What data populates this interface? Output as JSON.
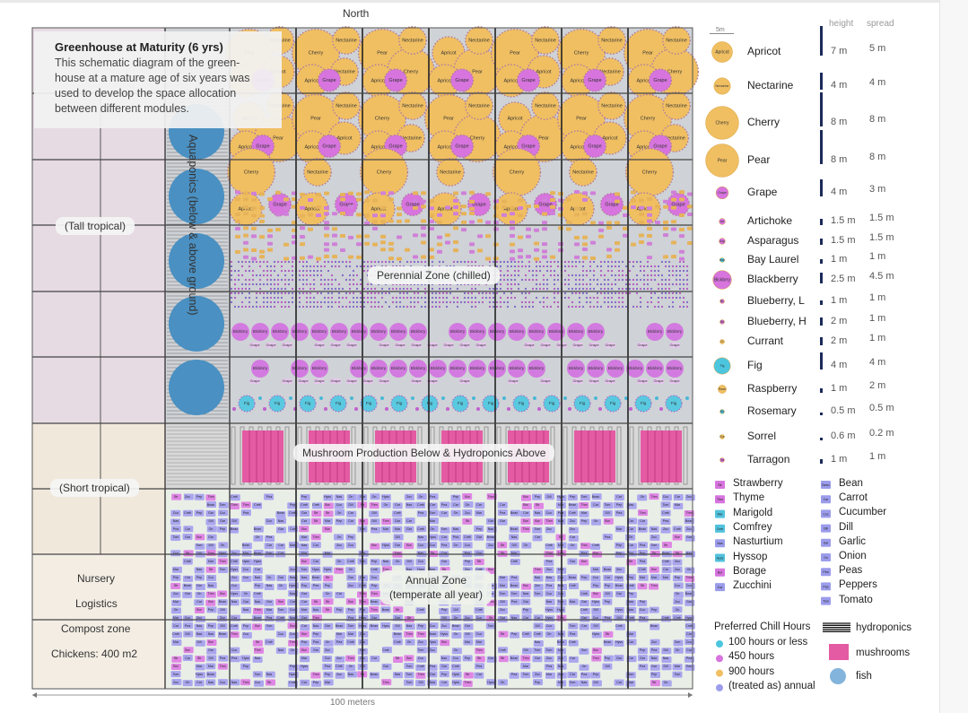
{
  "compass": "North",
  "title": "Greenhouse at Maturity (6 yrs)",
  "description": [
    "This schematic diagram of the green-",
    "house at a mature age of six years was",
    "used to develop the space allocation",
    "between different modules."
  ],
  "zones": {
    "tall_tropical": "(Tall tropical)",
    "short_tropical": "(Short tropical)",
    "aquaponics": "Aquaponics (below & above ground)",
    "perennial": "Perennial Zone (chilled)",
    "mushroom": "Mushroom Production Below & Hydroponics Above",
    "annual_line1": "Annual Zone",
    "annual_line2": "(temperate all year)",
    "nursery": [
      "Nursery",
      "Logistics",
      "Compost zone",
      "Chickens: 400 m2"
    ]
  },
  "scale": {
    "label": "100 meters",
    "swatch": "5m"
  },
  "legend": {
    "height_header": "height",
    "spread_header": "spread",
    "trees": [
      {
        "name": "Apricot",
        "short": "Apricot",
        "height": "7 m",
        "spread": "5 m",
        "height_m": 7,
        "spread_m": 5,
        "chill": "900"
      },
      {
        "name": "Nectarine",
        "short": "Nectarine",
        "height": "4 m",
        "spread": "4 m",
        "height_m": 4,
        "spread_m": 4,
        "chill": "900"
      },
      {
        "name": "Cherry",
        "short": "Cherry",
        "height": "8 m",
        "spread": "8 m",
        "height_m": 8,
        "spread_m": 8,
        "chill": "900"
      },
      {
        "name": "Pear",
        "short": "Pear",
        "height": "8 m",
        "spread": "8 m",
        "height_m": 8,
        "spread_m": 8,
        "chill": "900"
      },
      {
        "name": "Grape",
        "short": "Grape",
        "height": "4 m",
        "spread": "3 m",
        "height_m": 4,
        "spread_m": 3,
        "chill": "450"
      },
      {
        "name": "Artichoke",
        "short": "Art",
        "height": "1.5 m",
        "spread": "1.5 m",
        "height_m": 1.5,
        "spread_m": 1.5,
        "chill": "450"
      },
      {
        "name": "Asparagus",
        "short": "Asp",
        "height": "1.5 m",
        "spread": "1.5 m",
        "height_m": 1.5,
        "spread_m": 1.5,
        "chill": "450"
      },
      {
        "name": "Bay Laurel",
        "short": "Bay",
        "height": "1 m",
        "spread": "1 m",
        "height_m": 1,
        "spread_m": 1,
        "chill": "100"
      },
      {
        "name": "Blackberry",
        "short": "Blckbrry",
        "height": "2.5 m",
        "spread": "4.5 m",
        "height_m": 2.5,
        "spread_m": 4.5,
        "chill": "450"
      },
      {
        "name": "Blueberry, L",
        "short": "BL",
        "height": "1 m",
        "spread": "1 m",
        "height_m": 1,
        "spread_m": 1,
        "chill": "450"
      },
      {
        "name": "Blueberry, H",
        "short": "BH",
        "height": "2 m",
        "spread": "1 m",
        "height_m": 2,
        "spread_m": 1,
        "chill": "450"
      },
      {
        "name": "Currant",
        "short": "Cr",
        "height": "2 m",
        "spread": "1 m",
        "height_m": 2,
        "spread_m": 1,
        "chill": "900"
      },
      {
        "name": "Fig",
        "short": "Fig",
        "height": "4 m",
        "spread": "4 m",
        "height_m": 4,
        "spread_m": 4,
        "chill": "100"
      },
      {
        "name": "Raspberry",
        "short": "Rasb",
        "height": "1 m",
        "spread": "2 m",
        "height_m": 1,
        "spread_m": 2,
        "chill": "900"
      },
      {
        "name": "Rosemary",
        "short": "Ro",
        "height": "0.5 m",
        "spread": "0.5 m",
        "height_m": 0.5,
        "spread_m": 0.5,
        "chill": "100"
      },
      {
        "name": "Sorrel",
        "short": "Sor",
        "height": "0.6 m",
        "spread": "0.2 m",
        "height_m": 0.6,
        "spread_m": 0.2,
        "chill": "900"
      },
      {
        "name": "Tarragon",
        "short": "Tar",
        "height": "1 m",
        "spread": "1 m",
        "height_m": 1,
        "spread_m": 1,
        "chill": "450"
      }
    ],
    "annuals_left": [
      {
        "name": "Strawberry",
        "short": "Str",
        "chill": "450"
      },
      {
        "name": "Thyme",
        "short": "Thm",
        "chill": "450"
      },
      {
        "name": "Marigold",
        "short": "Mar",
        "chill": "100"
      },
      {
        "name": "Comfrey",
        "short": "Cmfr",
        "chill": "100"
      },
      {
        "name": "Nasturtium",
        "short": "Nas",
        "chill": "annual"
      },
      {
        "name": "Hyssop",
        "short": "Hyss",
        "chill": "100"
      },
      {
        "name": "Borage",
        "short": "Bor",
        "chill": "450"
      },
      {
        "name": "Zucchini",
        "short": "Zuc",
        "chill": "annual"
      }
    ],
    "annuals_right": [
      {
        "name": "Bean",
        "short": "Bean",
        "chill": "annual"
      },
      {
        "name": "Carrot",
        "short": "Car",
        "chill": "annual"
      },
      {
        "name": "Cucumber",
        "short": "Cuc",
        "chill": "annual"
      },
      {
        "name": "Dill",
        "short": "Dill",
        "chill": "annual"
      },
      {
        "name": "Garlic",
        "short": "Gar",
        "chill": "annual"
      },
      {
        "name": "Onion",
        "short": "On",
        "chill": "annual"
      },
      {
        "name": "Peas",
        "short": "Pea",
        "chill": "annual"
      },
      {
        "name": "Peppers",
        "short": "Pep",
        "chill": "annual"
      },
      {
        "name": "Tomato",
        "short": "Tom",
        "chill": "annual"
      }
    ],
    "chill_title": "Preferred Chill Hours",
    "chill": [
      {
        "key": "100",
        "label": "100 hours or less",
        "color": "#4cc6de"
      },
      {
        "key": "450",
        "label": "450  hours",
        "color": "#d774de"
      },
      {
        "key": "900",
        "label": "900 hours",
        "color": "#f0bf62"
      },
      {
        "key": "annual",
        "label": "(treated as) annual",
        "color": "#9c9cec"
      }
    ],
    "symbols": {
      "hydroponics": "hydroponics",
      "mushrooms": "mushrooms",
      "fish": "fish"
    }
  },
  "colors": {
    "pink_band": "#e6dbe3",
    "peach_band": "#f1e8dc",
    "grid_bg": "#cfd2d6",
    "annual_bg": "#e9eee7",
    "aquaponics": "#4a90c2",
    "mushroom": "#e45ba3",
    "tree_fill": "#f0bf62",
    "tree_outline": "#e3a93a",
    "hbar": "#1b2a5a"
  }
}
